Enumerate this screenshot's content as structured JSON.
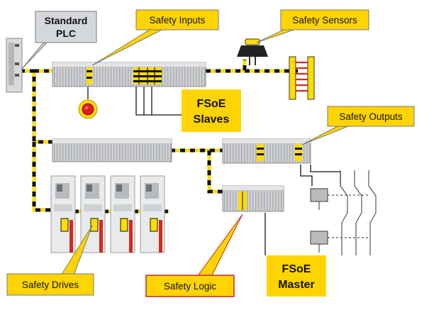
{
  "callouts": {
    "standard_plc": [
      "Standard",
      "PLC"
    ],
    "safety_inputs": "Safety Inputs",
    "safety_sensors": "Safety Sensors",
    "safety_outputs": "Safety Outputs",
    "safety_drives": "Safety Drives",
    "safety_logic": "Safety Logic"
  },
  "tags": {
    "fsoe_slaves": [
      "FSoE",
      "Slaves"
    ],
    "fsoe_master": [
      "FSoE",
      "Master"
    ]
  },
  "colors": {
    "callout_fill": "#ffd400",
    "callout_border": "#7a7a7a",
    "logic_border": "#c0282d",
    "plc_callout_fill": "#d4d7db",
    "cable_yellow": "#ffdd00",
    "cable_black": "#111111",
    "module_fill": "#c9cbcd",
    "drive_red": "#d42a1e",
    "estop_red": "#e01a1a"
  },
  "icons": {
    "estop": "emergency-stop-icon",
    "light_curtain": "light-curtain-icon",
    "sensor_head": "safety-sensor-icon",
    "contactor": "contactor-icon"
  }
}
